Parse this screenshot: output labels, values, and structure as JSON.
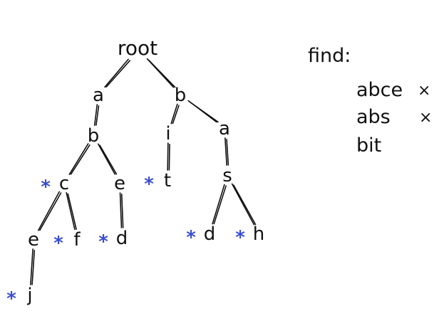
{
  "tree": {
    "nodes": [
      {
        "id": "root",
        "label": "root",
        "word_end": false
      },
      {
        "id": "n_a",
        "label": "a",
        "word_end": false
      },
      {
        "id": "n_b",
        "label": "b",
        "word_end": false
      },
      {
        "id": "n_ab",
        "label": "b",
        "word_end": false
      },
      {
        "id": "n_bi",
        "label": "i",
        "word_end": false
      },
      {
        "id": "n_ba",
        "label": "a",
        "word_end": false
      },
      {
        "id": "n_abc",
        "label": "c",
        "word_end": true
      },
      {
        "id": "n_abe",
        "label": "e",
        "word_end": false
      },
      {
        "id": "n_bit",
        "label": "t",
        "word_end": true
      },
      {
        "id": "n_bas",
        "label": "s",
        "word_end": false
      },
      {
        "id": "n_abce",
        "label": "e",
        "word_end": false
      },
      {
        "id": "n_abcf",
        "label": "f",
        "word_end": true
      },
      {
        "id": "n_abed",
        "label": "d",
        "word_end": true
      },
      {
        "id": "n_basd",
        "label": "d",
        "word_end": true
      },
      {
        "id": "n_bash",
        "label": "h",
        "word_end": true
      },
      {
        "id": "n_abcej",
        "label": "j",
        "word_end": true
      }
    ],
    "edges": [
      [
        "root",
        "n_a"
      ],
      [
        "root",
        "n_b"
      ],
      [
        "n_a",
        "n_ab"
      ],
      [
        "n_b",
        "n_bi"
      ],
      [
        "n_b",
        "n_ba"
      ],
      [
        "n_ab",
        "n_abc"
      ],
      [
        "n_ab",
        "n_abe"
      ],
      [
        "n_bi",
        "n_bit"
      ],
      [
        "n_ba",
        "n_bas"
      ],
      [
        "n_abc",
        "n_abce"
      ],
      [
        "n_abc",
        "n_abcf"
      ],
      [
        "n_abe",
        "n_abed"
      ],
      [
        "n_bas",
        "n_basd"
      ],
      [
        "n_bas",
        "n_bash"
      ],
      [
        "n_abce",
        "n_abcej"
      ]
    ],
    "word_end_symbol": "*"
  },
  "find": {
    "title": "find:",
    "queries": [
      {
        "text": "abce",
        "result": "×"
      },
      {
        "text": "abs",
        "result": "×"
      },
      {
        "text": "bit",
        "result": ""
      }
    ]
  },
  "colors": {
    "ink": "#111111",
    "word_end_mark": "#3a4fcf",
    "background": "#ffffff"
  }
}
